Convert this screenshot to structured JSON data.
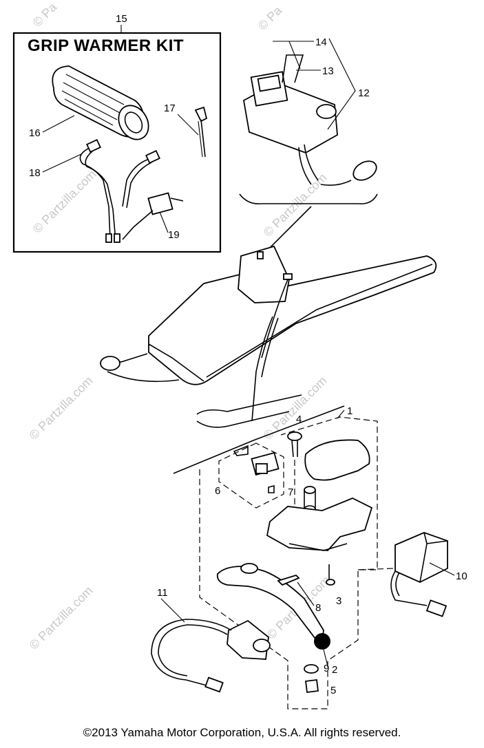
{
  "kit": {
    "title": "GRIP WARMER KIT"
  },
  "callouts": {
    "c1": "1",
    "c2": "2",
    "c3": "3",
    "c4": "4",
    "c5": "5",
    "c6": "6",
    "c7": "7",
    "c8": "8",
    "c9": "9",
    "c10": "10",
    "c11": "11",
    "c12": "12",
    "c13": "13",
    "c14": "14",
    "c15": "15",
    "c16": "16",
    "c17": "17",
    "c18": "18",
    "c19": "19"
  },
  "watermark": {
    "text": "© Partzilla.com",
    "short": "© Pa"
  },
  "footer": {
    "copyright": "©2013  Yamaha Motor Corporation, U.S.A. All rights reserved."
  }
}
